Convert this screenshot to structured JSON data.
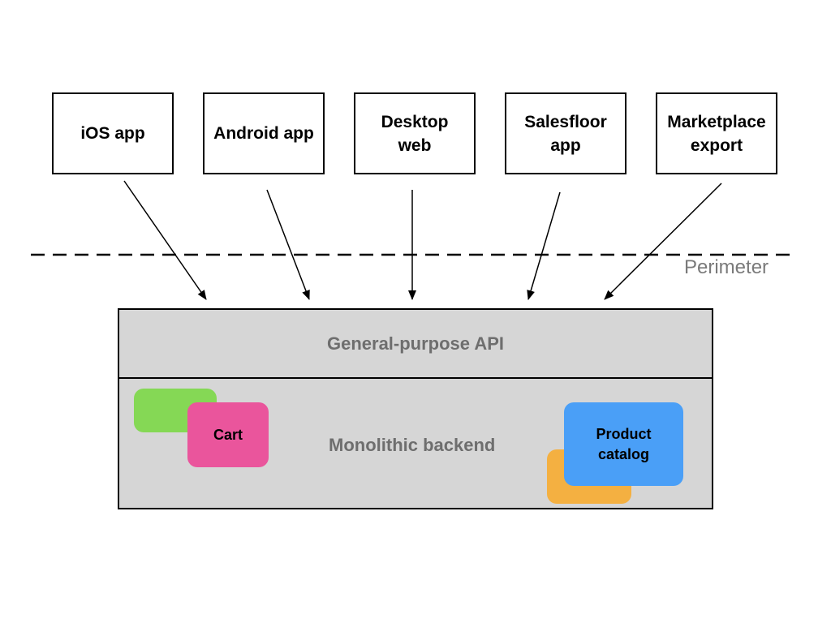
{
  "clients": [
    {
      "id": "ios",
      "lines": [
        "iOS app"
      ]
    },
    {
      "id": "android",
      "lines": [
        "Android app"
      ]
    },
    {
      "id": "desktop",
      "lines": [
        "Desktop",
        "web"
      ]
    },
    {
      "id": "salesfloor",
      "lines": [
        "Salesfloor",
        "app"
      ]
    },
    {
      "id": "marketplace",
      "lines": [
        "Marketplace",
        "export"
      ]
    }
  ],
  "perimeter": {
    "label": "Perimeter"
  },
  "backend": {
    "api_label": "General-purpose API",
    "backend_label": "Monolithic backend",
    "modules": [
      {
        "id": "green",
        "label": "",
        "color": "#85d855"
      },
      {
        "id": "cart",
        "label": "Cart",
        "color": "#ea559c"
      },
      {
        "id": "orange",
        "label": "",
        "color": "#f4b041"
      },
      {
        "id": "catalog",
        "lines": [
          "Product",
          "catalog"
        ],
        "color": "#4a9ff7"
      }
    ]
  },
  "colors": {
    "backend_fill": "#d6d6d6",
    "muted_text": "#6e6e6e",
    "perimeter_text": "#7a7a7a"
  }
}
